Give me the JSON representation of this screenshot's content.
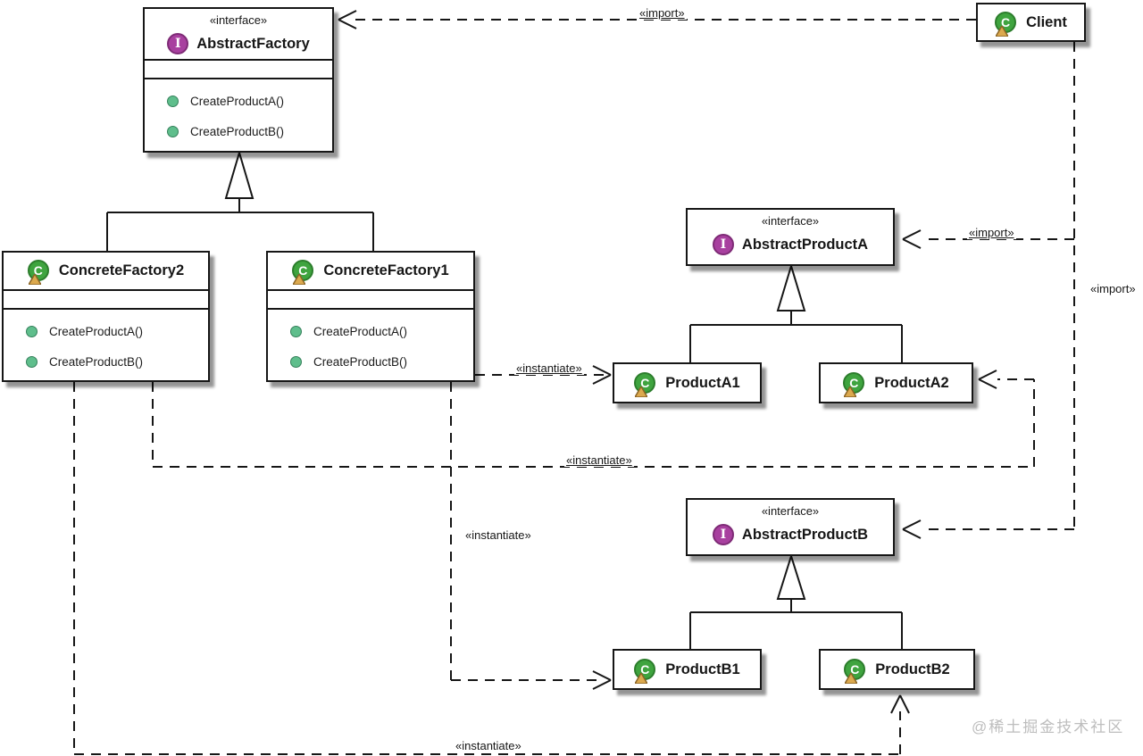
{
  "icons": {
    "interface_letter": "I",
    "class_letter": "C"
  },
  "classes": {
    "abstractFactory": {
      "stereotype": "«interface»",
      "name": "AbstractFactory",
      "methods": [
        "CreateProductA()",
        "CreateProductB()"
      ]
    },
    "client": {
      "name": "Client"
    },
    "concreteFactory2": {
      "name": "ConcreteFactory2",
      "methods": [
        "CreateProductA()",
        "CreateProductB()"
      ]
    },
    "concreteFactory1": {
      "name": "ConcreteFactory1",
      "methods": [
        "CreateProductA()",
        "CreateProductB()"
      ]
    },
    "abstractProductA": {
      "stereotype": "«interface»",
      "name": "AbstractProductA"
    },
    "productA1": {
      "name": "ProductA1"
    },
    "productA2": {
      "name": "ProductA2"
    },
    "abstractProductB": {
      "stereotype": "«interface»",
      "name": "AbstractProductB"
    },
    "productB1": {
      "name": "ProductB1"
    },
    "productB2": {
      "name": "ProductB2"
    }
  },
  "edge_labels": {
    "client_to_abstractfactory": "«import»",
    "client_to_abstractproducta": "«import»",
    "client_to_abstractproductb": "«import»",
    "factory1_to_producta1": "«instantiate»",
    "factory2_to_producta2": "«instantiate»",
    "factory1_to_productb1": "«instantiate»",
    "factory2_to_productb2": "«instantiate»"
  },
  "watermark": "@稀土掘金技术社区",
  "colors": {
    "interface_icon": "#A8409F",
    "class_icon": "#3FA43F",
    "class_badge_triangle": "#DCA94E",
    "method_icon": "#5FBE8C",
    "line": "#161616",
    "watermark": "#BDBDBD"
  }
}
